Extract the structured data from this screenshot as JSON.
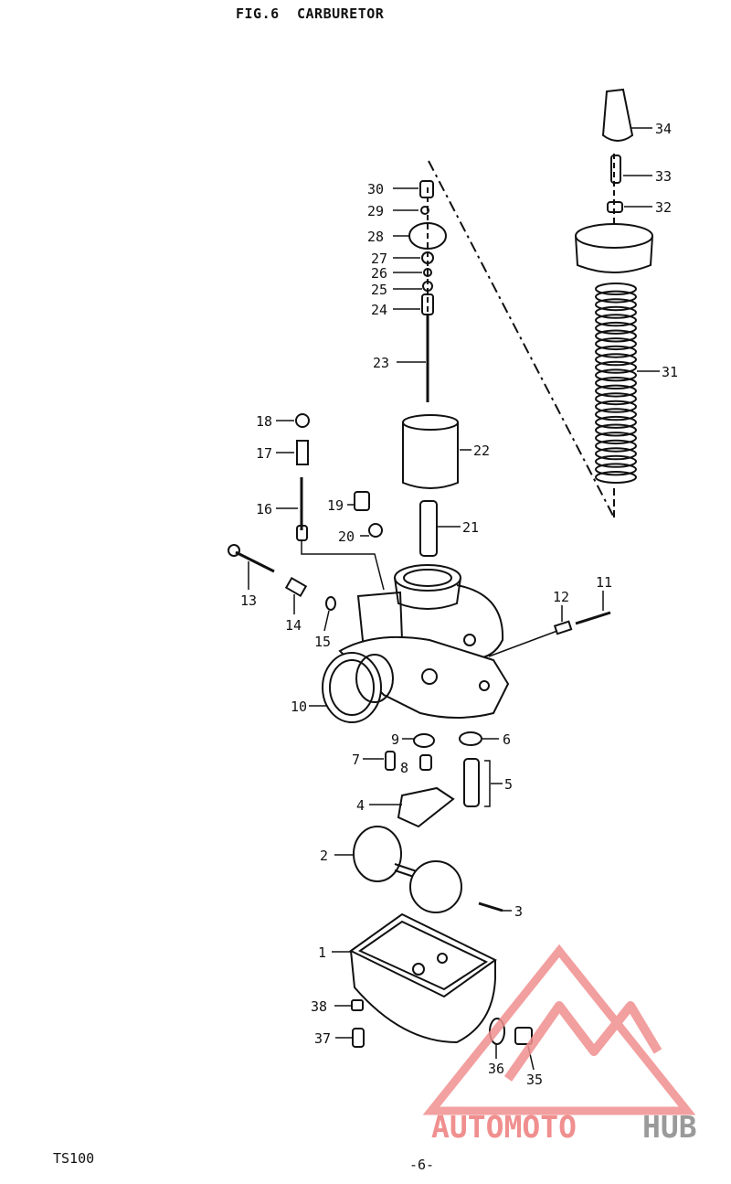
{
  "header": {
    "fig_label": "FIG.6",
    "title": "CARBURETOR"
  },
  "footer": {
    "model": "TS100",
    "page": "-6-"
  },
  "callouts": [
    "1",
    "2",
    "3",
    "4",
    "5",
    "6",
    "7",
    "8",
    "9",
    "10",
    "11",
    "12",
    "13",
    "14",
    "15",
    "16",
    "17",
    "18",
    "19",
    "20",
    "21",
    "22",
    "23",
    "24",
    "25",
    "26",
    "27",
    "28",
    "29",
    "30",
    "31",
    "32",
    "33",
    "34",
    "35",
    "36",
    "37",
    "38"
  ],
  "watermark": {
    "brand_part1": "AUTOMOTO",
    "brand_part2": "HUB",
    "color_primary": "#f08f8f",
    "color_secondary": "#9a9a9a"
  }
}
